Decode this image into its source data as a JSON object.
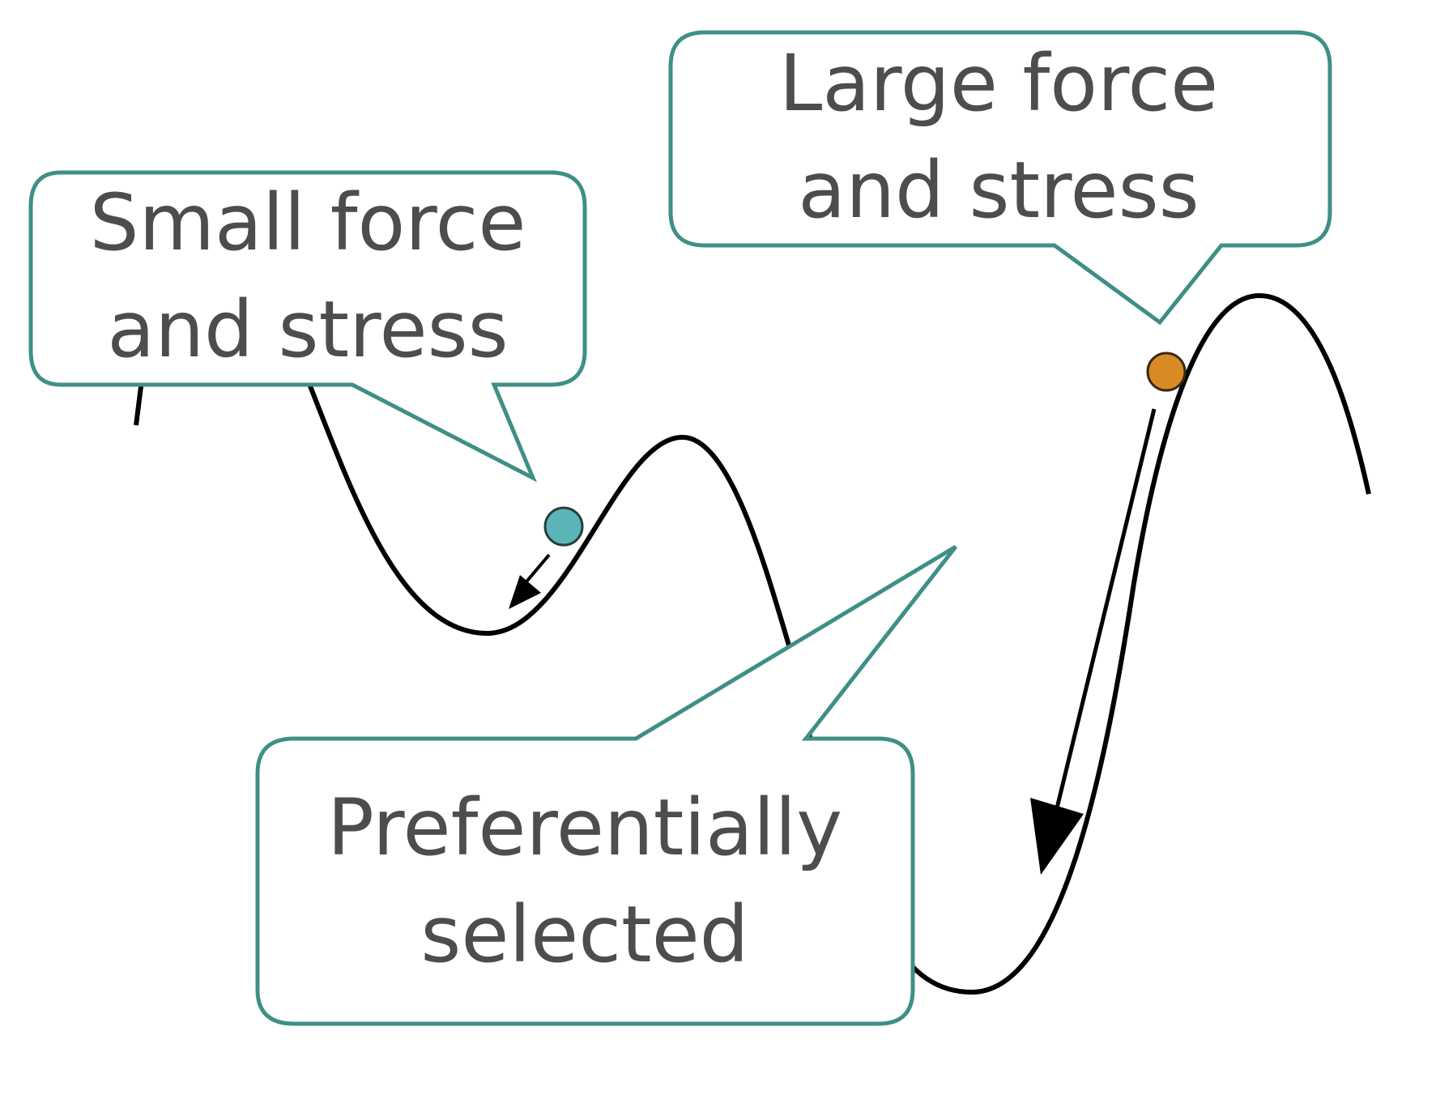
{
  "callouts": {
    "small": {
      "line1": "Small force",
      "line2": "and stress"
    },
    "large": {
      "line1": "Large force",
      "line2": "and stress"
    },
    "selected": {
      "line1": "Preferentially",
      "line2": "selected"
    }
  },
  "colors": {
    "callout_border": "#3f8f86",
    "curve": "#000000",
    "text": "#4d4d4d",
    "ball_small": "#5bb4b8",
    "ball_large": "#d98a25"
  }
}
